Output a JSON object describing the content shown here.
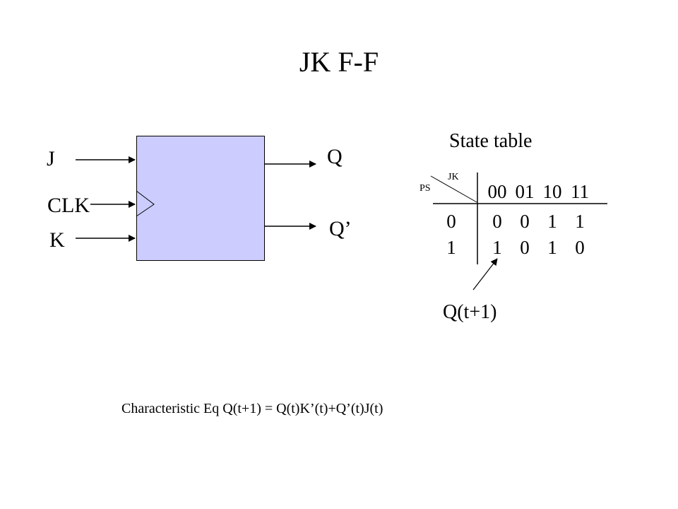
{
  "title": "JK F-F",
  "flipflop": {
    "inputs": {
      "j": "J",
      "clk": "CLK",
      "k": "K"
    },
    "outputs": {
      "q": "Q",
      "q_bar": "Q’"
    },
    "fill_color": "#ccccff"
  },
  "state_table": {
    "heading": "State table",
    "col_axis_label": "JK",
    "row_axis_label": "PS",
    "column_headers": [
      "00",
      "01",
      "10",
      "11"
    ],
    "rows": [
      {
        "ps": "0",
        "values": [
          "0",
          "0",
          "1",
          "1"
        ]
      },
      {
        "ps": "1",
        "values": [
          "1",
          "0",
          "1",
          "0"
        ]
      }
    ],
    "annotation": "Q(t+1)"
  },
  "equation": "Characteristic Eq Q(t+1) = Q(t)K’(t)+Q’(t)J(t)"
}
